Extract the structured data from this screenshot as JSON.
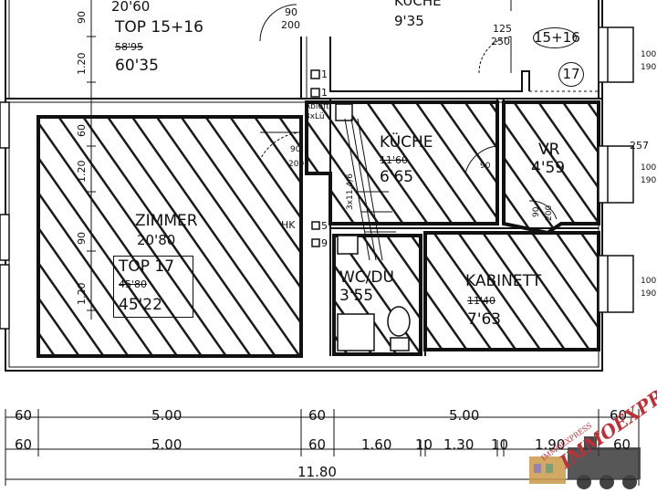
{
  "rooms": {
    "top_unit_label": "TOP 15+16",
    "top_unit_area_old": "58'95",
    "top_unit_area": "60'35",
    "top_room_area": "20'60",
    "kueche_top_label": "KÜCHE",
    "kueche_top_area": "9'35",
    "zimmer_label": "ZIMMER",
    "zimmer_area": "20'80",
    "top17_label": "TOP 17",
    "top17_area_old": "45'80",
    "top17_area": "45'22",
    "kueche_label": "KÜCHE",
    "kueche_area_old": "11'60",
    "kueche_area": "6'65",
    "vr_label": "VR",
    "vr_area": "4'59",
    "wc_label": "WC/DU",
    "wc_area": "3'55",
    "kabinett_label": "KABINETT",
    "kabinett_area_old": "11'40",
    "kabinett_area": "7'63"
  },
  "markers": {
    "circle_1516": "15+16",
    "circle_17": "17",
    "opening_top": "90",
    "opening_top2": "200",
    "window_top_num": "125",
    "window_top_den": "250",
    "door_kueche": "90",
    "door_zimmer_num": "90",
    "door_zimmer_den": "200",
    "door_vr_num": "90",
    "door_vr_den": "200",
    "hk": "HK",
    "marker_1_a": "1",
    "marker_1_b": "1",
    "marker_5": "5",
    "marker_9": "9",
    "vent_label": "Abluft",
    "vent_label2": "3xLü",
    "stair_text": "3x11,4/6",
    "right_257": "257",
    "right_100": "100",
    "right_190": "190",
    "right_100b": "100",
    "right_190b": "190",
    "right_100c": "100",
    "right_190c": "190",
    "left_dims": [
      "90",
      "1.20",
      "60",
      "1.20",
      "90",
      "1.20"
    ]
  },
  "dimensions": {
    "row1": [
      "60",
      "5.00",
      "60",
      "5.00",
      "60"
    ],
    "row2": [
      "60",
      "5.00",
      "60",
      "1.60",
      "10",
      "1.30",
      "10",
      "1.90",
      "60"
    ],
    "total": "11.80"
  },
  "watermark": {
    "brand": "IMMOEXPRESS",
    "sub": "IMMOEXPRESS"
  },
  "colors": {
    "line": "#111111",
    "hatch": "#1a1a1a",
    "watermark": "#b8323a"
  }
}
